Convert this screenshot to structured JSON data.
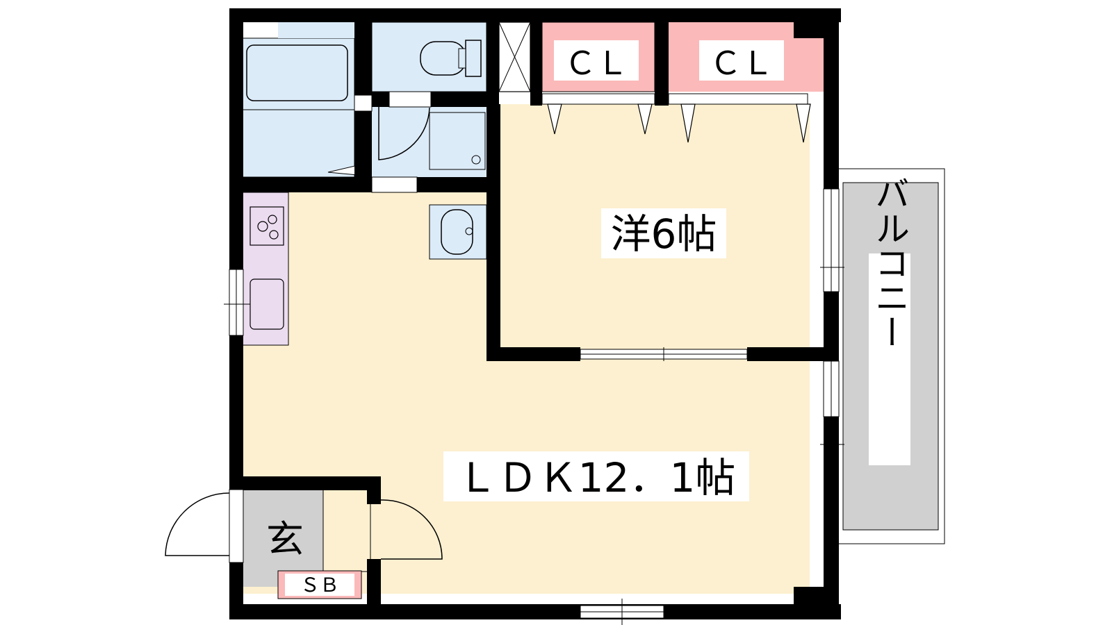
{
  "rooms": {
    "western_room": "洋6帖",
    "ldk": "ＬＤＫ12．1帖",
    "closet_1": "ＣＬ",
    "closet_2": "ＣＬ",
    "balcony": "バルコニー",
    "entrance": "玄",
    "shoe_box": "ＳＢ"
  },
  "colors": {
    "floor": "#fdf0d0",
    "wet_area": "#dcebf8",
    "closet": "#fbb9b9",
    "kitchen": "#ecdcf0",
    "balcony": "#d0d0d0",
    "entrance": "#d0d0d0",
    "wall": "#000000"
  }
}
